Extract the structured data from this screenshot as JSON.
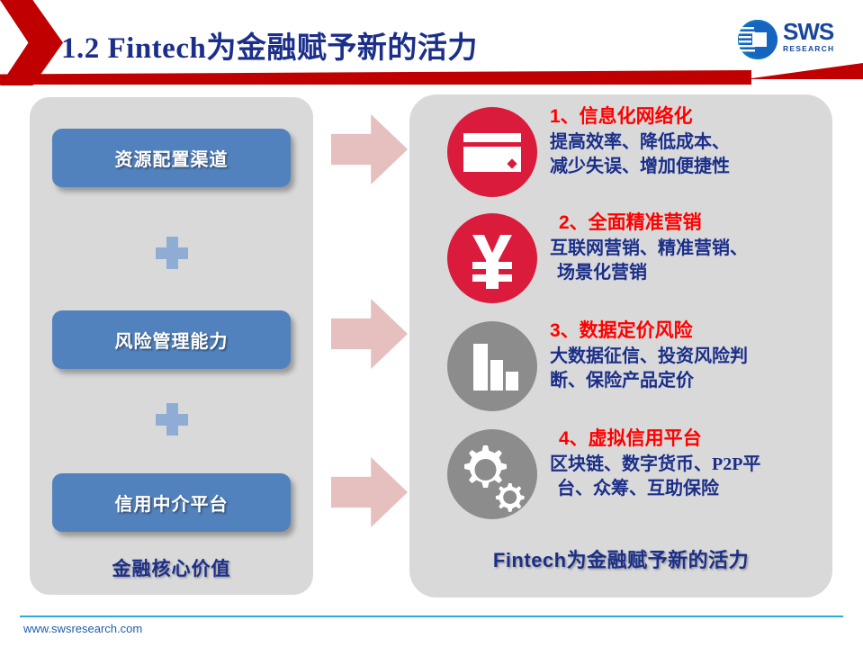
{
  "header": {
    "title": "1.2 Fintech为金融赋予新的活力",
    "accent_color": "#c00000",
    "title_color": "#1b2f8a",
    "logo": {
      "name": "sws-logo",
      "primary": "SWS",
      "secondary": "RESEARCH",
      "color": "#16479d"
    }
  },
  "left_panel": {
    "boxes": [
      {
        "label": "资源配置渠道"
      },
      {
        "label": "风险管理能力"
      },
      {
        "label": "信用中介平台"
      }
    ],
    "operators": [
      "plus-icon",
      "plus-icon"
    ],
    "caption": "金融核心价值",
    "box_color": "#5282bd",
    "panel_color": "#d9d9d9"
  },
  "arrows": [
    {
      "icon": "arrow-right-icon",
      "color": "#e6bfbf"
    },
    {
      "icon": "arrow-right-icon",
      "color": "#e6bfbf"
    },
    {
      "icon": "arrow-right-icon",
      "color": "#e6bfbf"
    }
  ],
  "right_panel": {
    "panel_color": "#d9d9d9",
    "items": [
      {
        "icon": "credit-card-icon",
        "icon_bg": "#da1b3c",
        "title": "1、信息化网络化",
        "desc_lines": [
          "提高效率、降低成本、",
          "减少失误、增加便捷性"
        ]
      },
      {
        "icon": "yuan-currency-icon",
        "icon_bg": "#da1b3c",
        "title": "2、全面精准营销",
        "desc_lines": [
          "互联网营销、精准营销、",
          "场景化营销"
        ]
      },
      {
        "icon": "bar-chart-icon",
        "icon_bg": "#8c8c8c",
        "title": "3、数据定价风险",
        "desc_lines": [
          "大数据征信、投资风险判",
          "断、保险产品定价"
        ]
      },
      {
        "icon": "gears-icon",
        "icon_bg": "#8c8c8c",
        "title": "4、虚拟信用平台",
        "desc_lines": [
          "区块链、数字货币、P2P平",
          "台、众筹、互助保险"
        ]
      }
    ],
    "caption": "Fintech为金融赋予新的活力"
  },
  "footer": {
    "url": "www.swsresearch.com",
    "line_color": "#29abe2"
  }
}
